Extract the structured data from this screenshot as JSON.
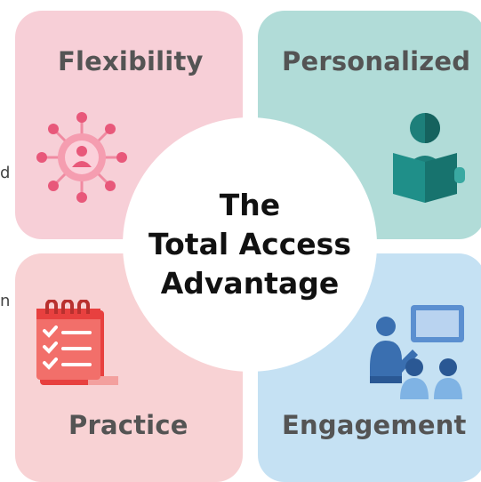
{
  "edge_fragments": [
    "d",
    "n"
  ],
  "center": {
    "title_lines": [
      "The",
      "Total Access",
      "Advantage"
    ]
  },
  "quadrants": {
    "top_left": {
      "label": "Flexibility",
      "color": "#f7cfd7",
      "icon": "network-person-icon"
    },
    "top_right": {
      "label": "Personalized",
      "color": "#b1dcd8",
      "icon": "reader-book-icon"
    },
    "bottom_left": {
      "label": "Practice",
      "color": "#f8d2d4",
      "icon": "checklist-notepad-icon"
    },
    "bottom_right": {
      "label": "Engagement",
      "color": "#c5e1f3",
      "icon": "presentation-group-icon"
    }
  }
}
